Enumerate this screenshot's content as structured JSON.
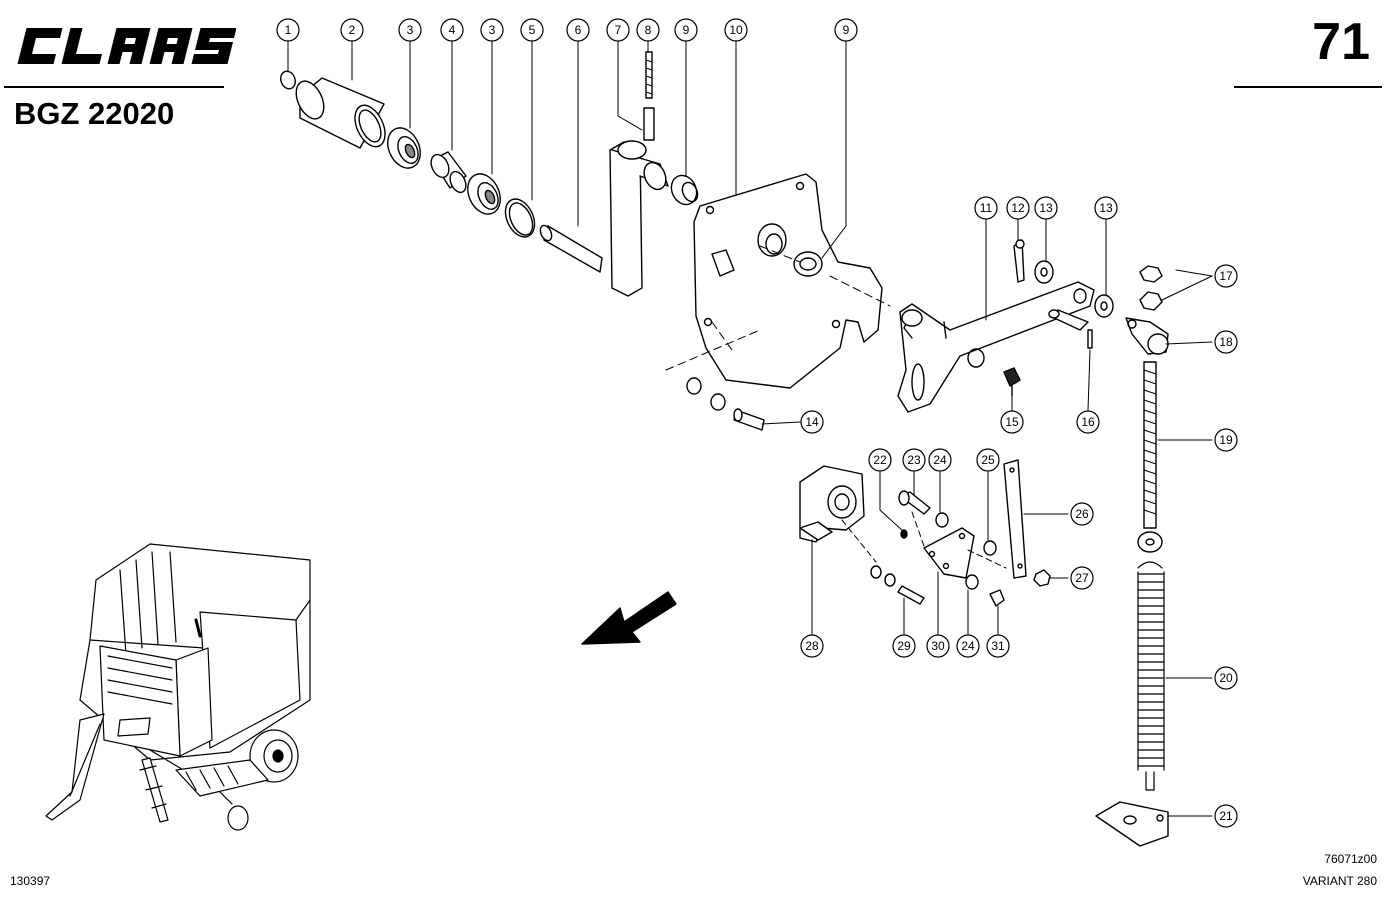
{
  "header": {
    "brand": "CLAAS",
    "group_code": "BGZ 22020",
    "page_number": "71"
  },
  "footer": {
    "date_code": "130397",
    "drawing_number": "76071z00",
    "model": "VARIANT 280"
  },
  "callouts": [
    {
      "id": "callout-1",
      "label": "1"
    },
    {
      "id": "callout-2",
      "label": "2"
    },
    {
      "id": "callout-3a",
      "label": "3"
    },
    {
      "id": "callout-4",
      "label": "4"
    },
    {
      "id": "callout-3b",
      "label": "3"
    },
    {
      "id": "callout-5",
      "label": "5"
    },
    {
      "id": "callout-6",
      "label": "6"
    },
    {
      "id": "callout-7",
      "label": "7"
    },
    {
      "id": "callout-8",
      "label": "8"
    },
    {
      "id": "callout-9a",
      "label": "9"
    },
    {
      "id": "callout-10",
      "label": "10"
    },
    {
      "id": "callout-9b",
      "label": "9"
    },
    {
      "id": "callout-11",
      "label": "11"
    },
    {
      "id": "callout-12",
      "label": "12"
    },
    {
      "id": "callout-13a",
      "label": "13"
    },
    {
      "id": "callout-13b",
      "label": "13"
    },
    {
      "id": "callout-17",
      "label": "17"
    },
    {
      "id": "callout-18",
      "label": "18"
    },
    {
      "id": "callout-14",
      "label": "14"
    },
    {
      "id": "callout-15",
      "label": "15"
    },
    {
      "id": "callout-16",
      "label": "16"
    },
    {
      "id": "callout-19",
      "label": "19"
    },
    {
      "id": "callout-22",
      "label": "22"
    },
    {
      "id": "callout-23",
      "label": "23"
    },
    {
      "id": "callout-24a",
      "label": "24"
    },
    {
      "id": "callout-25",
      "label": "25"
    },
    {
      "id": "callout-26",
      "label": "26"
    },
    {
      "id": "callout-27",
      "label": "27"
    },
    {
      "id": "callout-28",
      "label": "28"
    },
    {
      "id": "callout-29",
      "label": "29"
    },
    {
      "id": "callout-30",
      "label": "30"
    },
    {
      "id": "callout-24b",
      "label": "24"
    },
    {
      "id": "callout-31",
      "label": "31"
    },
    {
      "id": "callout-20",
      "label": "20"
    },
    {
      "id": "callout-21",
      "label": "21"
    }
  ]
}
